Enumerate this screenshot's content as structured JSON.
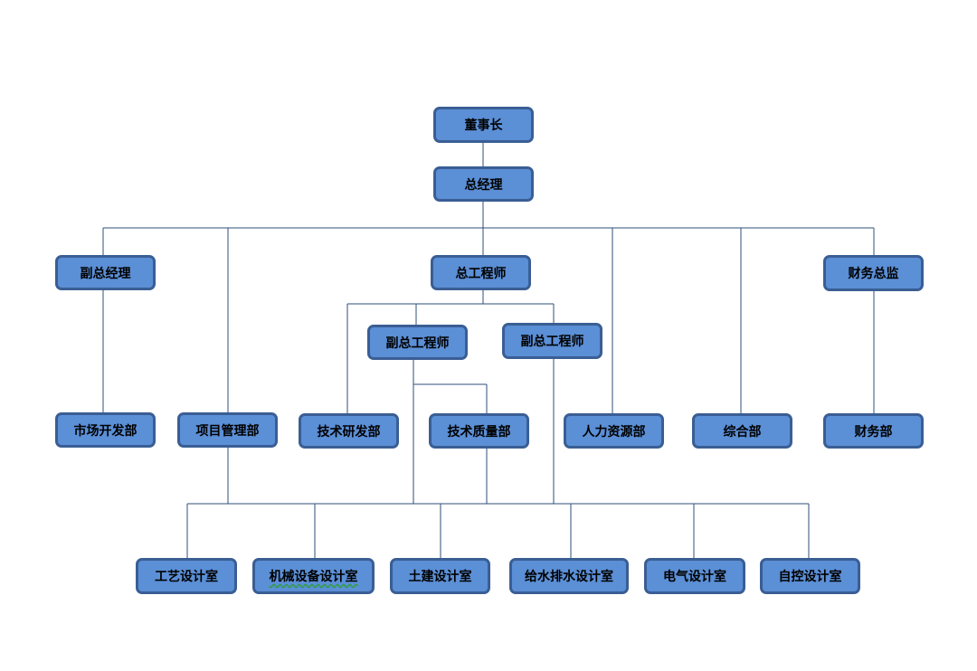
{
  "nodes": {
    "chairman": "董事长",
    "gm": "总经理",
    "vice_gm": "副总经理",
    "chief_engineer": "总工程师",
    "cfo": "财务总监",
    "vice_chief_engineer_1": "副总工程师",
    "vice_chief_engineer_2": "副总工程师",
    "market_dept": "市场开发部",
    "project_dept": "项目管理部",
    "rd_dept": "技术研发部",
    "quality_dept": "技术质量部",
    "hr_dept": "人力资源部",
    "general_dept": "综合部",
    "finance_dept": "财务部",
    "process_office": "工艺设计室",
    "mech_office": "机械设备设计室",
    "civil_office": "土建设计室",
    "plumbing_office": "给水排水设计室",
    "electrical_office": "电气设计室",
    "control_office": "自控设计室"
  },
  "colors": {
    "box_fill": "#5b8fd6",
    "box_border": "#3a5e94",
    "connector": "#2f4f7a"
  }
}
